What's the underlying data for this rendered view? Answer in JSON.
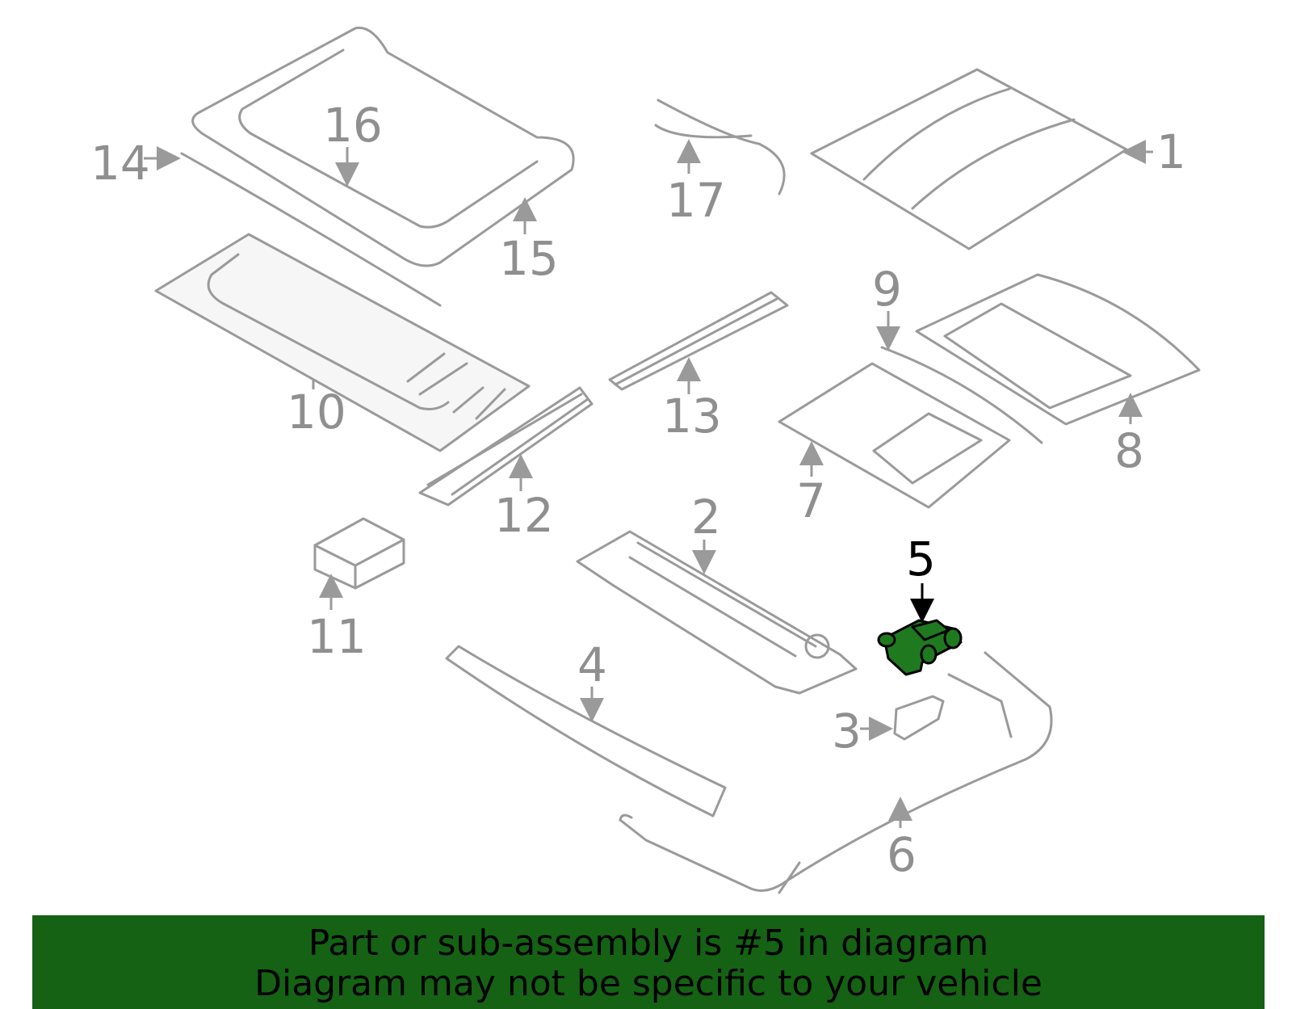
{
  "diagram": {
    "callouts": [
      "1",
      "2",
      "3",
      "4",
      "5",
      "6",
      "7",
      "8",
      "9",
      "10",
      "11",
      "12",
      "13",
      "14",
      "15",
      "16",
      "17"
    ],
    "highlighted_callout": "5",
    "colors": {
      "part_line": "#9a9a9a",
      "label": "#8f8f8f",
      "highlight_fill": "#1f7a1f",
      "banner": "#156214"
    }
  },
  "banner": {
    "line1": "Part or sub-assembly is #5 in diagram",
    "line2": "Diagram may not be specific to your vehicle"
  }
}
